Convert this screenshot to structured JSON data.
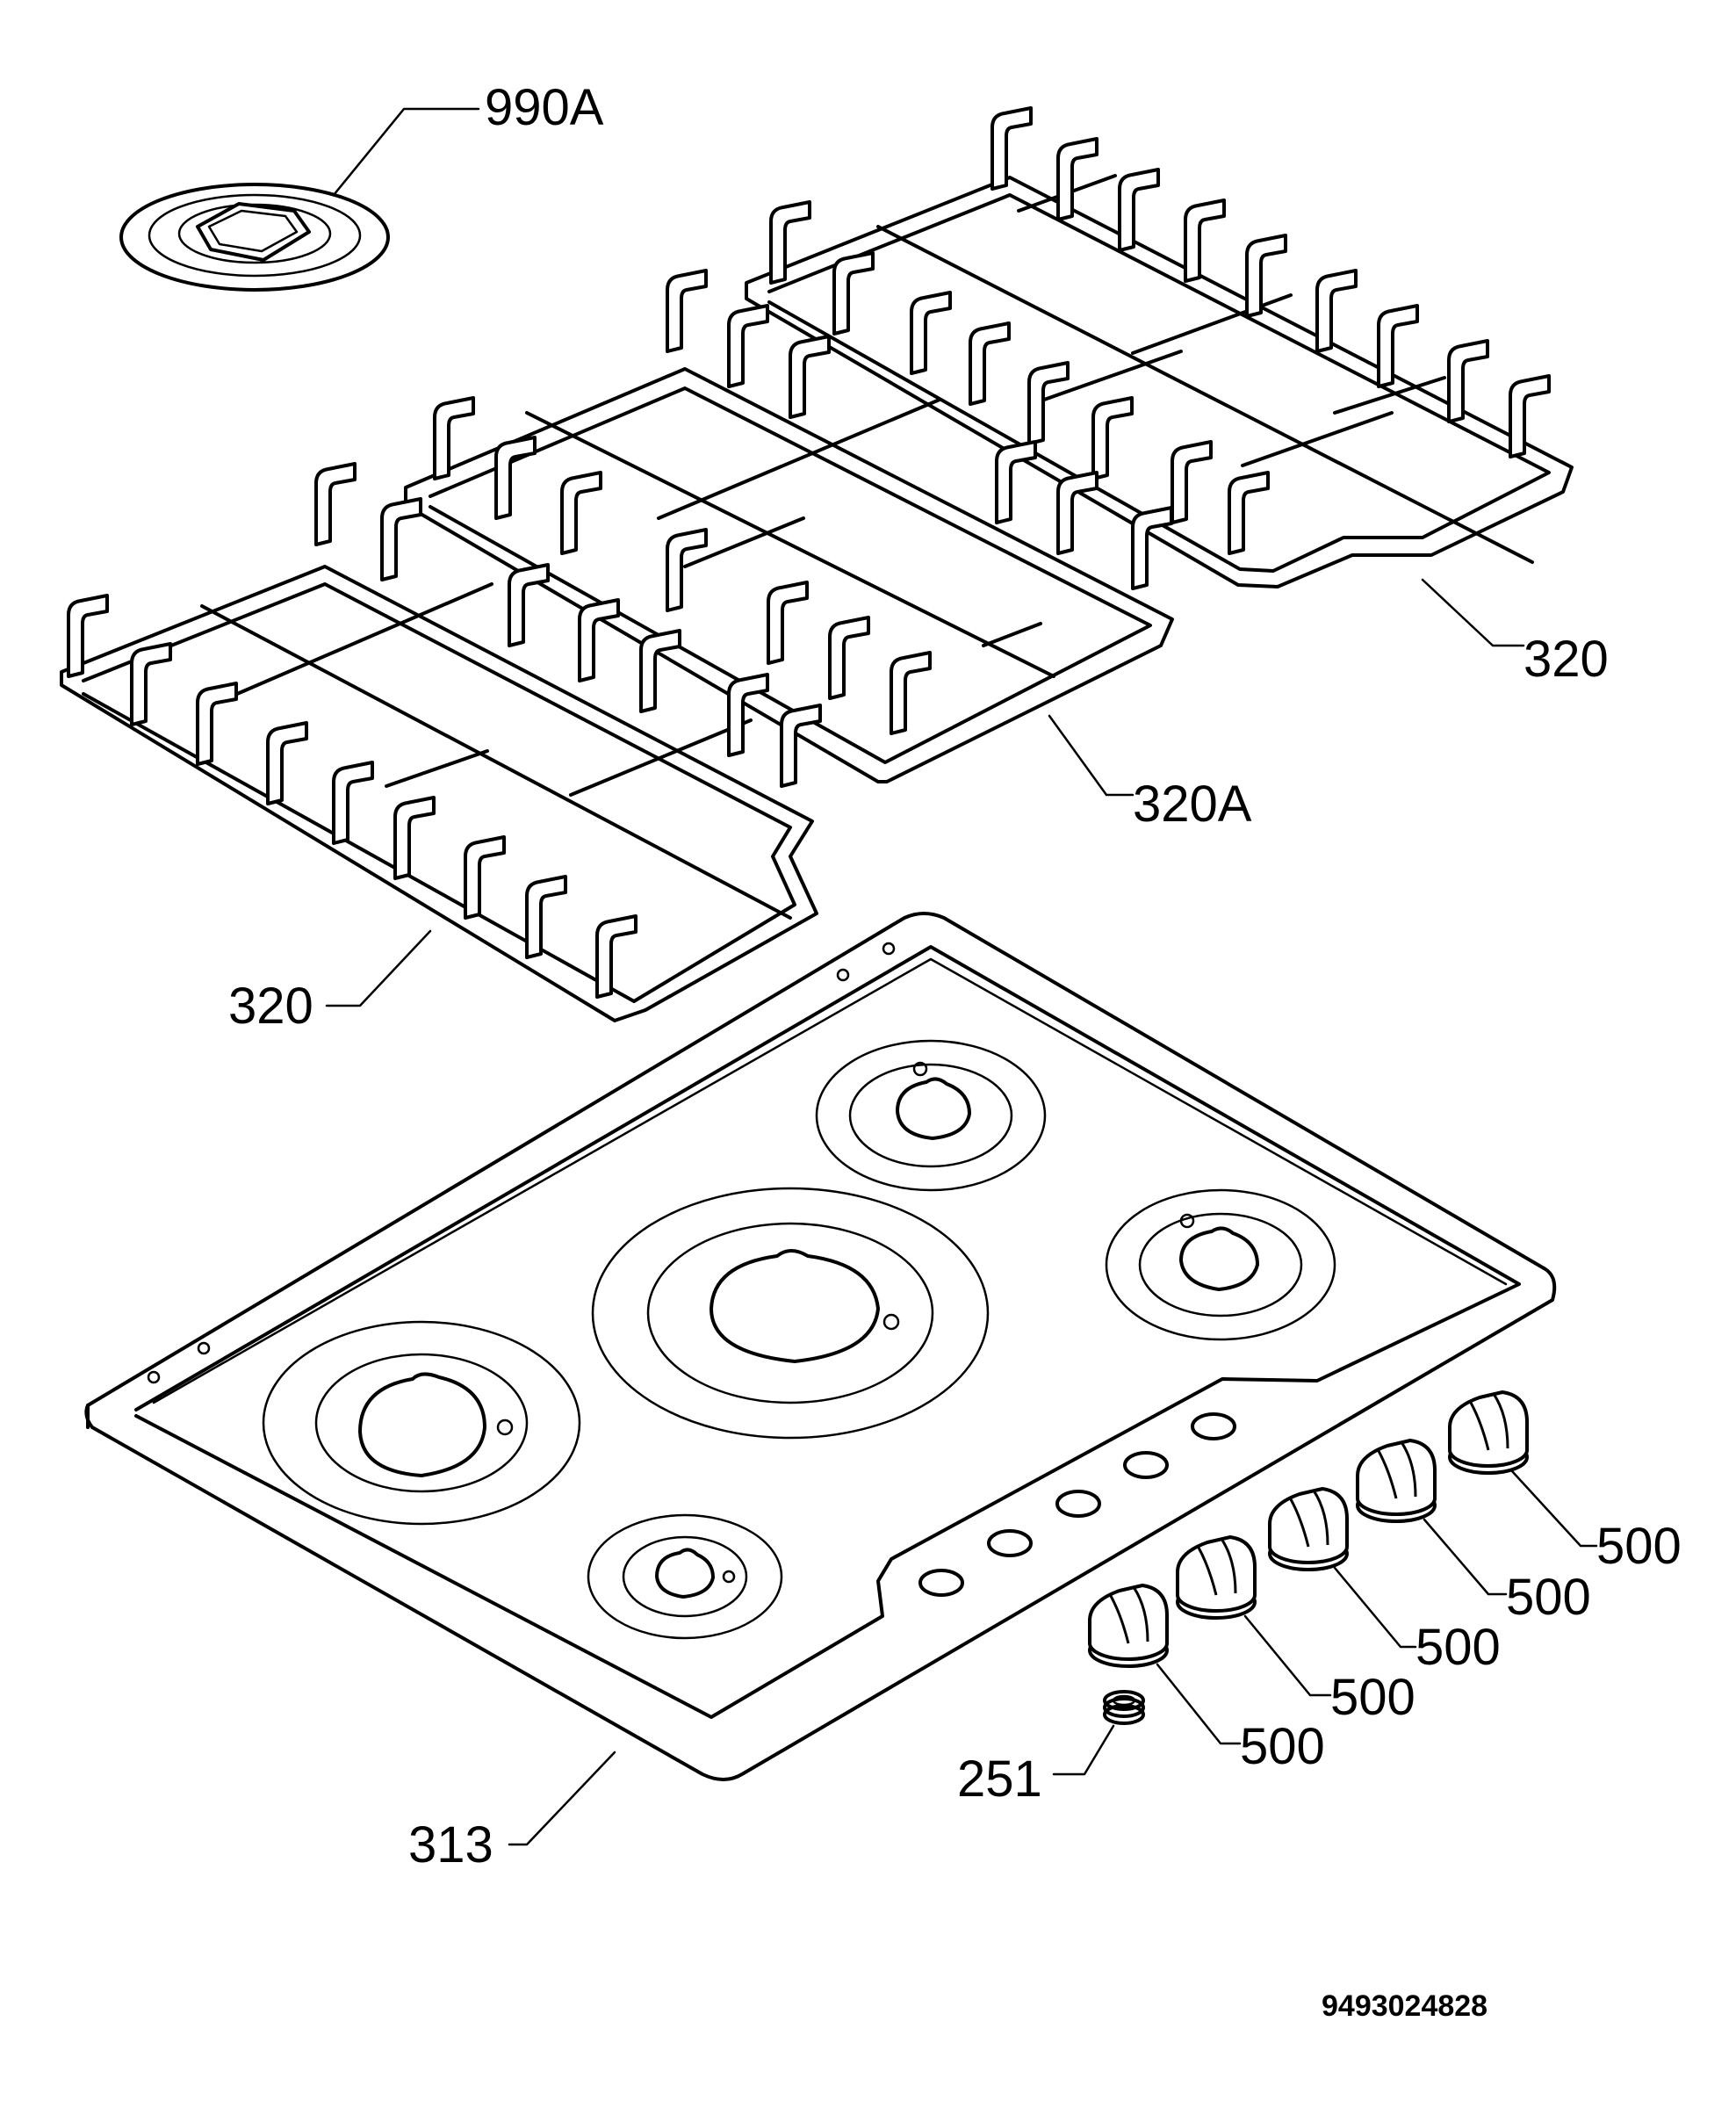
{
  "labels": {
    "lid": "990A",
    "grid_right": "320",
    "grid_middle": "320A",
    "grid_left": "320",
    "hob_top": "313",
    "knob_1": "500",
    "knob_2": "500",
    "knob_3": "500",
    "knob_4": "500",
    "knob_5": "500",
    "spring": "251"
  },
  "reference_number": "9493024828"
}
